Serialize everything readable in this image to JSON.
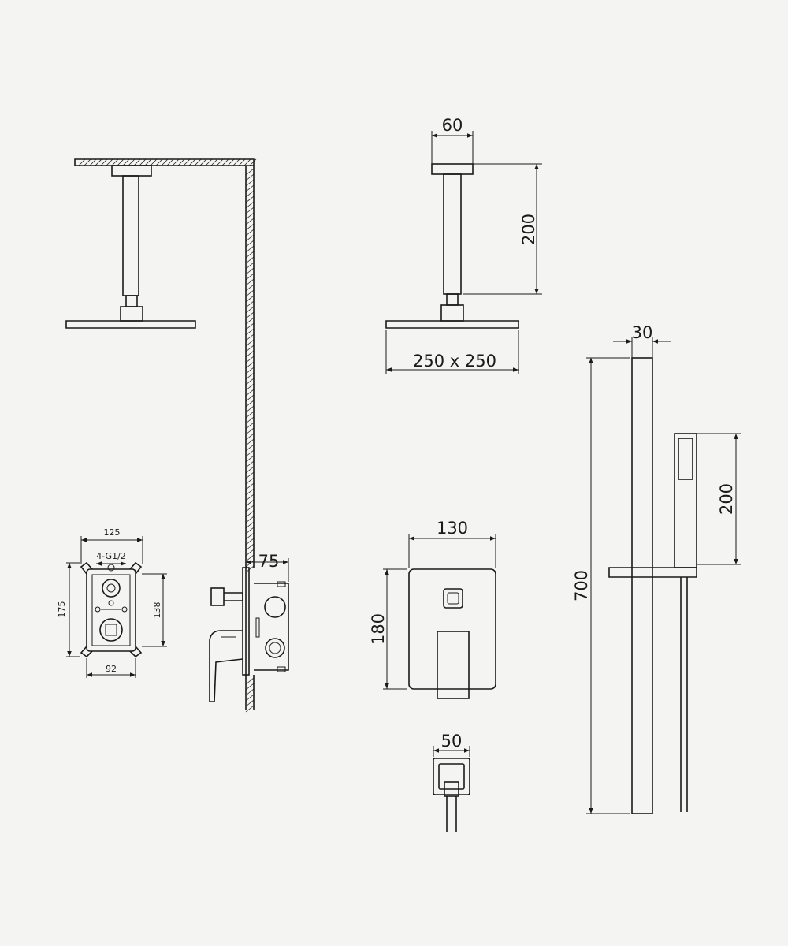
{
  "dimensions": {
    "arm_width": "60",
    "arm_height": "200",
    "head_size": "250 x 250",
    "rail_depth": "30",
    "handheld_length": "200",
    "rail_length": "700",
    "body_depth": "75",
    "box_width": "125",
    "box_height": "175",
    "inlet_spec": "4-G1/2",
    "box_inner_height": "138",
    "box_inner_width": "92",
    "plate_width": "130",
    "plate_height": "180",
    "outlet_width": "50"
  },
  "colors": {
    "line": "#1a1a1a",
    "background": "#f4f4f2"
  }
}
